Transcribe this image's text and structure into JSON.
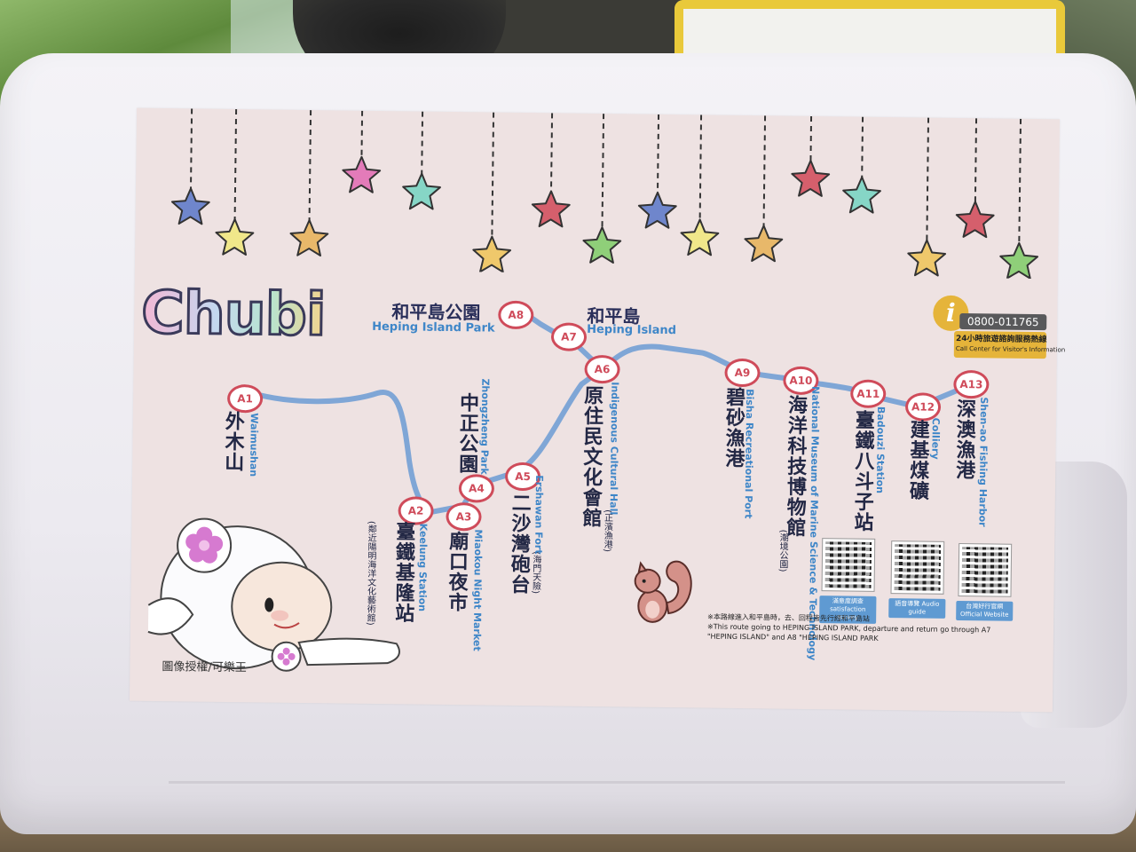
{
  "brand": {
    "logo_text": "Chubi"
  },
  "info": {
    "icon": "info-icon",
    "phone": "0800-011765",
    "zh": "24小時旅遊諮詢服務熱線",
    "en": "Call Center for Visitor's Information"
  },
  "landmarks": {
    "park_zh": "和平島公園",
    "park_en": "Heping Island Park",
    "island_zh": "和平島",
    "island_en": "Heping Island"
  },
  "stops": [
    {
      "code": "A1",
      "zh": "外木山",
      "en": "Waimushan",
      "note": ""
    },
    {
      "code": "A2",
      "zh": "臺鐵基隆站",
      "en": "Keelung Station",
      "note": "(鄰近陽明海洋文化藝術館)"
    },
    {
      "code": "A3",
      "zh": "廟口夜市",
      "en": "Miaokou Night Market",
      "note": ""
    },
    {
      "code": "A4",
      "zh": "中正公園",
      "en": "Zhongzheng Park",
      "note": ""
    },
    {
      "code": "A5",
      "zh": "二沙灣砲台",
      "en": "Ershawan Fort",
      "note": "(海門天險)"
    },
    {
      "code": "A6",
      "zh": "原住民文化會館",
      "en": "Indigenous Cultural Hall",
      "note": "(正濱漁港)"
    },
    {
      "code": "A7",
      "zh": "",
      "en": "",
      "note": ""
    },
    {
      "code": "A8",
      "zh": "",
      "en": "",
      "note": ""
    },
    {
      "code": "A9",
      "zh": "碧砂漁港",
      "en": "Bisha Recreational Port",
      "note": ""
    },
    {
      "code": "A10",
      "zh": "海洋科技博物館",
      "en": "National Museum of Marine Science & Technology",
      "note": "(潮境公園)"
    },
    {
      "code": "A11",
      "zh": "臺鐵八斗子站",
      "en": "Badouzi Station",
      "note": ""
    },
    {
      "code": "A12",
      "zh": "建基煤礦",
      "en": "Colliery",
      "note": ""
    },
    {
      "code": "A13",
      "zh": "深澳漁港",
      "en": "Shen-ao Fishing Harbor",
      "note": ""
    }
  ],
  "qr_codes": [
    {
      "label": "滿意度調查 satisfaction survey"
    },
    {
      "label": "語音導覽 Audio guide"
    },
    {
      "label": "台灣好行官網 Official Website"
    }
  ],
  "notes": {
    "zh": "※本路線進入和平島時，去、回程皆先行經和平島站",
    "en": "※This route going to HEPING ISLAND PARK, departure and return go through A7 \"HEPING ISLAND\" and A8 \"HEPING ISLAND PARK"
  },
  "credit": "圖像授權/可樂王",
  "colors": {
    "route_line": "#7fa6d6",
    "stop_ring": "#cf4b5a",
    "panel_bg": "#eee2e2",
    "label_blue": "#3e86c8"
  }
}
